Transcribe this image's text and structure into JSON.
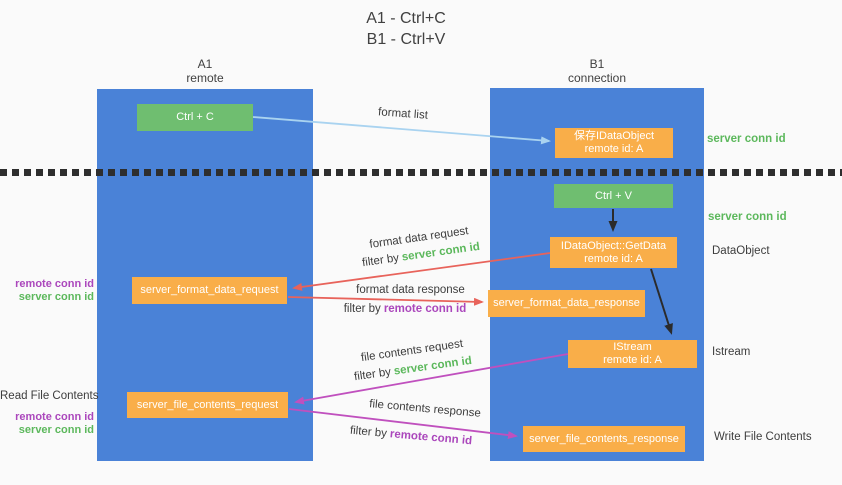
{
  "title": {
    "line1": "A1 - Ctrl+C",
    "line2": "B1 - Ctrl+V"
  },
  "lanes": {
    "left": {
      "name": "A1",
      "role": "remote"
    },
    "right": {
      "name": "B1",
      "role": "connection"
    }
  },
  "nodes": {
    "ctrl_c": {
      "label": "Ctrl + C"
    },
    "ctrl_v": {
      "label": "Ctrl + V"
    },
    "save_idataobject": {
      "line1": "保存IDataObject",
      "line2": "remote id: A"
    },
    "getdata": {
      "line1": "IDataObject::GetData",
      "line2": "remote id: A"
    },
    "istream": {
      "line1": "IStream",
      "line2": "remote id: A"
    },
    "server_format_data_request": {
      "label": "server_format_data_request"
    },
    "server_format_data_response": {
      "label": "server_format_data_response"
    },
    "server_file_contents_request": {
      "label": "server_file_contents_request"
    },
    "server_file_contents_response": {
      "label": "server_file_contents_response"
    }
  },
  "edge_labels": {
    "format_list": "format list",
    "format_data_request": "format data request",
    "format_data_response": "format data response",
    "file_contents_request": "file contents request",
    "file_contents_response": "file contents response",
    "filter_by": "filter by",
    "server_conn_id": "server conn id",
    "remote_conn_id": "remote conn id"
  },
  "side_labels": {
    "right_top_server_conn_id": "server conn id",
    "right_mid_server_conn_id": "server conn id",
    "dataobject": "DataObject",
    "istream": "Istream",
    "write_file_contents": "Write File Contents",
    "read_file_contents": "Read File Contents",
    "left_top": {
      "remote": "remote conn id",
      "server": "server conn id"
    },
    "left_bottom": {
      "remote": "remote conn id",
      "server": "server conn id"
    }
  },
  "colors": {
    "lane_blue": "#4a82d7",
    "node_green": "#6fbe70",
    "node_orange": "#f9ae49",
    "green_text": "#5cb85c",
    "purple_text": "#ab47bc",
    "arrow_red": "#e8635b",
    "arrow_magenta": "#c050be",
    "arrow_lightblue": "#a9d3f0",
    "arrow_black": "#2b2b2b",
    "divider_black": "#2e2e2e",
    "background": "#fafafa"
  }
}
